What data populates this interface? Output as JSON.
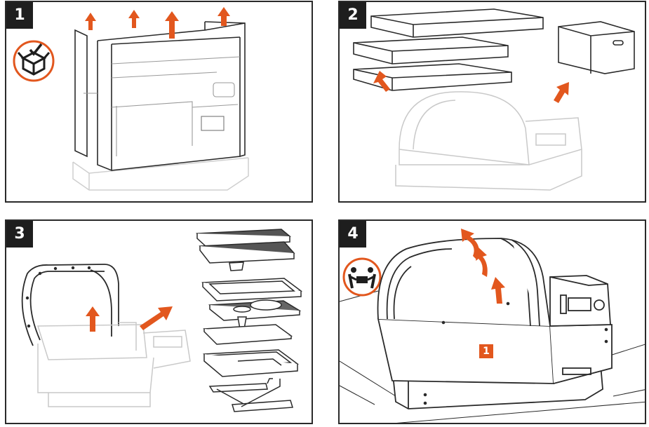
{
  "colors": {
    "accent": "#e2571e",
    "outline": "#2a2a2a",
    "faded": "#c9c9c9"
  },
  "panels": [
    {
      "number": "1",
      "icon": "unbox-icon"
    },
    {
      "number": "2"
    },
    {
      "number": "3"
    },
    {
      "number": "4",
      "icon": "two-person-lift-icon",
      "part_label": "1"
    }
  ]
}
